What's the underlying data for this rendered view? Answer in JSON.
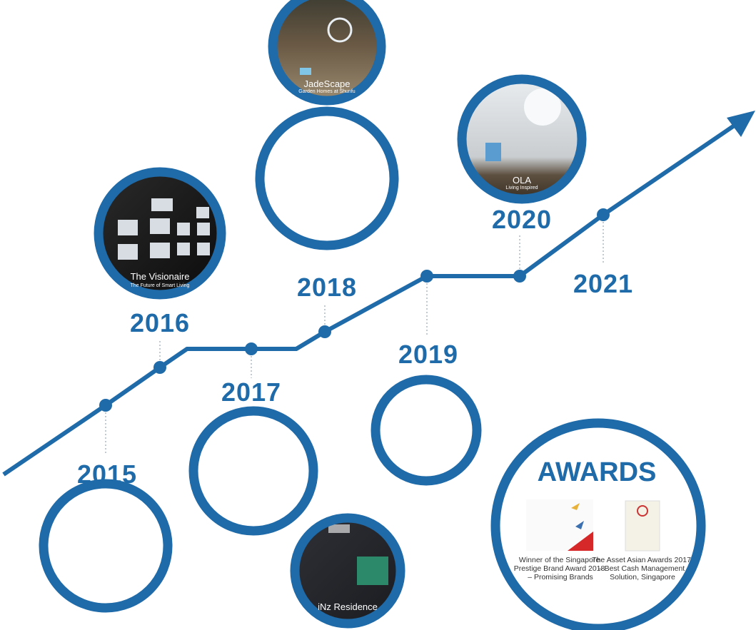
{
  "colors": {
    "accent": "#1f6aa8"
  },
  "years": [
    "2015",
    "2016",
    "2017",
    "2018",
    "2019",
    "2020",
    "2021"
  ],
  "projects": {
    "visionaire": {
      "title": "The Visionaire",
      "subtitle": "The Future of Smart Living"
    },
    "jadescape": {
      "title": "JadeScape",
      "subtitle": "Garden Homes at Shunfu"
    },
    "ola": {
      "title": "OLA",
      "subtitle": "Living Inspired"
    },
    "inz": {
      "title": "iNz Residence"
    }
  },
  "awards": {
    "title": "AWARDS",
    "items": [
      {
        "lines": [
          "Winner of the Singapore",
          "Prestige Brand Award 2018",
          "– Promising Brands"
        ]
      },
      {
        "lines": [
          "The Asset Asian Awards 2017",
          "– Best Cash Management",
          "Solution, Singapore"
        ]
      }
    ]
  }
}
